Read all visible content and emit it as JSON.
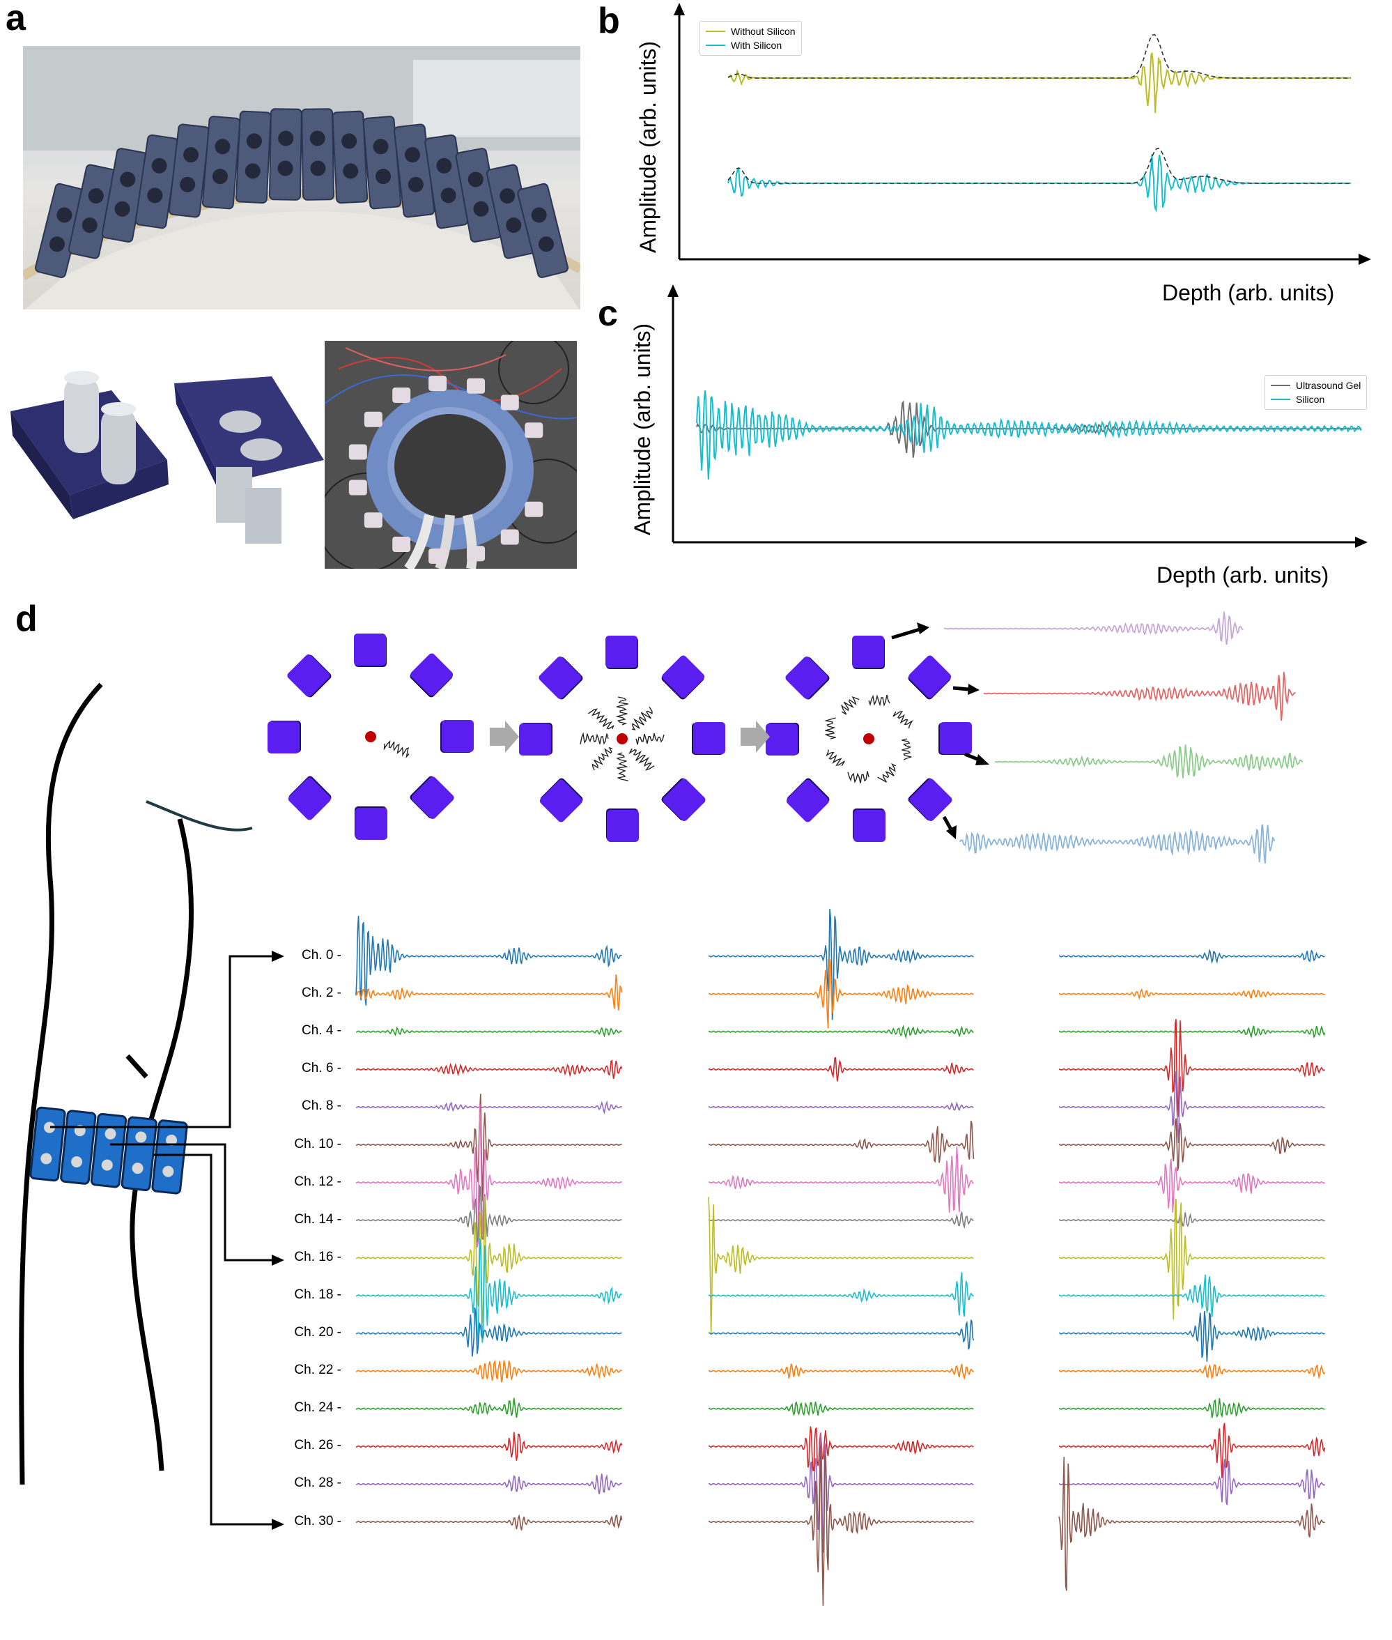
{
  "panels": {
    "a": "a",
    "b": "b",
    "c": "c",
    "d": "d"
  },
  "panel_b": {
    "legend": [
      {
        "label": "Without Silicon",
        "color": "#bcbd22"
      },
      {
        "label": "With Silicon",
        "color": "#17becf"
      }
    ],
    "xlabel": "Depth (arb. units)",
    "ylabel": "Amplitude (arb. units)"
  },
  "panel_c": {
    "legend": [
      {
        "label": "Ultrasound Gel",
        "color": "#6e6e6e"
      },
      {
        "label": "Silicon",
        "color": "#17becf"
      }
    ],
    "xlabel": "Depth (arb. units)",
    "ylabel": "Amplitude (arb. units)"
  },
  "panel_d": {
    "channels": [
      "Ch. 0",
      "Ch. 2",
      "Ch. 4",
      "Ch. 6",
      "Ch. 8",
      "Ch. 10",
      "Ch. 12",
      "Ch. 14",
      "Ch. 16",
      "Ch. 18",
      "Ch. 20",
      "Ch. 22",
      "Ch. 24",
      "Ch. 26",
      "Ch. 28",
      "Ch. 30"
    ],
    "channel_colors": [
      "#1f77b4",
      "#ff7f0e",
      "#2ca02c",
      "#d62728",
      "#9467bd",
      "#8c564b",
      "#e377c2",
      "#7f7f7f",
      "#bcbd22",
      "#17becf",
      "#1f77b4",
      "#ff7f0e",
      "#2ca02c",
      "#d62728",
      "#9467bd",
      "#8c564b"
    ],
    "transducer_color": "#5a1ff0",
    "target_color": "#c00000",
    "received_signal_colors": [
      "#c8a8d8",
      "#e06868",
      "#8ccc8c",
      "#8ab4d8"
    ]
  }
}
